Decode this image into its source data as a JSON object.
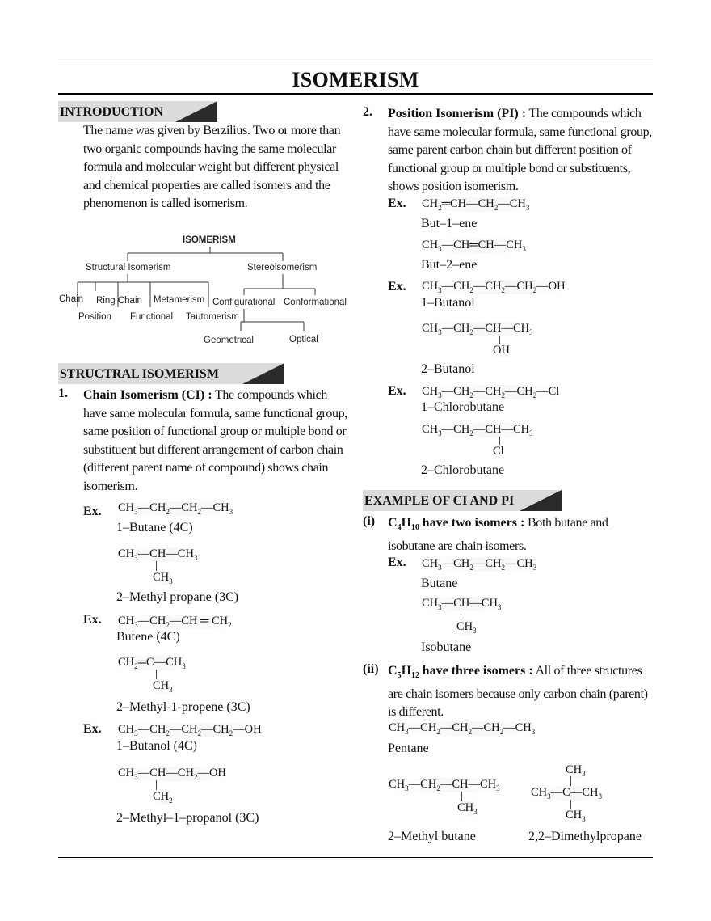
{
  "title": "ISOMERISM",
  "intro": {
    "heading": "INTRODUCTION",
    "text": "The name was given by Berzilius. Two or more than two organic compounds having the same molecular formula and molecular weight but different physical and chemical properties are called isomers and the phenomenon is called isomerism."
  },
  "tree": {
    "root": "ISOMERISM",
    "structural": "Structural Isomerism",
    "stereo": "Stereoisomerism",
    "chain": "Chain",
    "position": "Position",
    "ring_chain": "Ring Chain",
    "functional": "Functional",
    "metamerism": "Metamerism",
    "tautomerism": "Tautomerism",
    "configurational": "Configurational",
    "conformational": "Conformational",
    "geometrical": "Geometrical",
    "optical": "Optical"
  },
  "structural": {
    "heading": "STRUCTRAL ISOMERISM",
    "item_num": "1.",
    "item_title": "Chain Isomerism (CI) :",
    "item_text": "The compounds which have same molecular formula, same functional group, same position of functional group or multiple bond or substituent but different arrangement of carbon chain (different parent name of compound) shows chain isomerism.",
    "ex_label": "Ex.",
    "labels": {
      "butane": "1–Butane (4C)",
      "methylpropane": "2–Methyl propane (3C)",
      "butene": "Butene (4C)",
      "methylpropene": "2–Methyl-1-propene (3C)",
      "butanol": "1–Butanol (4C)",
      "methylpropanol": "2–Methyl–1–propanol (3C)"
    }
  },
  "position": {
    "item_num": "2.",
    "item_title": "Position Isomerism (PI) :",
    "item_text": "The compounds which have same molecular formula, same functional group, same parent carbon chain but different position of functional group or multiple bond or substituents, shows position isomerism.",
    "ex_label": "Ex.",
    "labels": {
      "but1ene": "But–1–ene",
      "but2ene": "But–2–ene",
      "butanol1": "1–Butanol",
      "butanol2": "2–Butanol",
      "chloro1": "1–Chlorobutane",
      "chloro2": "2–Chlorobutane"
    },
    "oh": "OH",
    "cl": "Cl"
  },
  "examples": {
    "heading": "EXAMPLE OF CI AND PI",
    "i_num": "(i)",
    "i_title": "have two isomers :",
    "i_text": "Both butane and isobutane are chain isomers.",
    "ii_num": "(ii)",
    "ii_title": "have three isomers :",
    "ii_text": "All of three structures are chain isomers because only carbon chain (parent) is different.",
    "ex_label": "Ex.",
    "labels": {
      "butane": "Butane",
      "isobutane": "Isobutane",
      "pentane": "Pentane",
      "methylbutane": "2–Methyl butane",
      "dimethylpropane": "2,2–Dimethylpropane"
    }
  }
}
